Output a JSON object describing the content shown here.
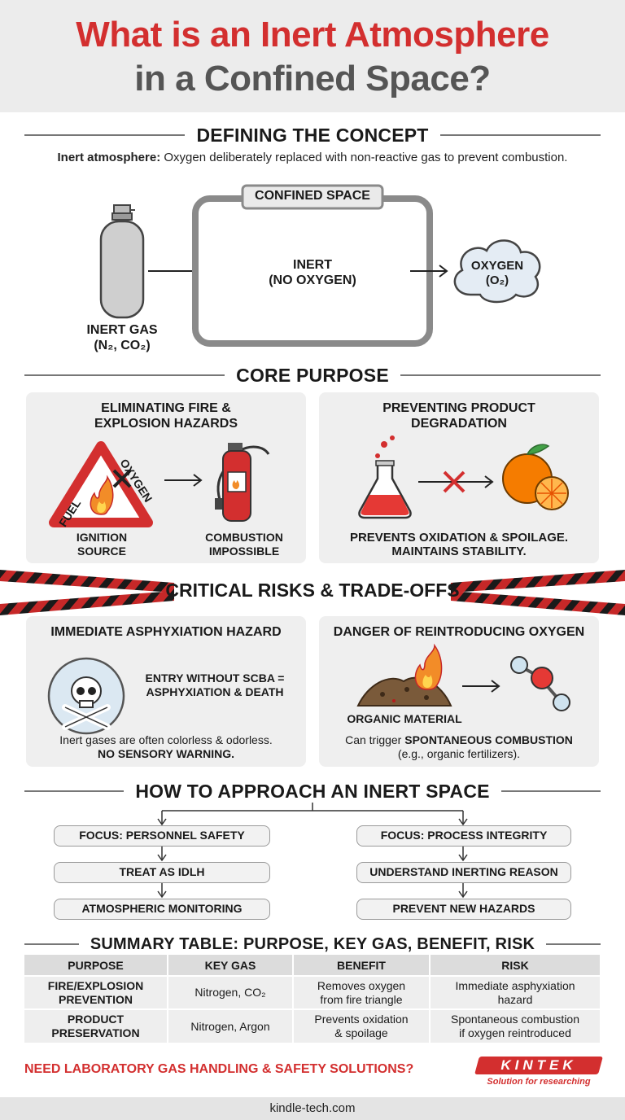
{
  "title": {
    "part1": "What is an ",
    "part2": "Inert Atmosphere",
    "line2": "in a Confined Space?"
  },
  "sections": {
    "defining": "DEFINING THE CONCEPT",
    "core": "CORE PURPOSE",
    "risks": "CRITICAL RISKS & TRADE-OFFS",
    "approach": "HOW TO APPROACH AN INERT SPACE",
    "summary": "SUMMARY TABLE: PURPOSE, KEY GAS, BENEFIT, RISK"
  },
  "definition": {
    "term": "Inert atmosphere:",
    "text": " Oxygen deliberately replaced with non-reactive gas to prevent combustion."
  },
  "diagram": {
    "confined_label": "CONFINED SPACE",
    "inert_line1": "INERT",
    "inert_line2": "(NO OXYGEN)",
    "gas_line1": "INERT GAS",
    "gas_line2": "(N₂, CO₂)",
    "oxygen_line1": "OXYGEN",
    "oxygen_line2": "(O₂)"
  },
  "core": {
    "fire": {
      "title_line1": "ELIMINATING FIRE &",
      "title_line2": "EXPLOSION HAZARDS",
      "fuel": "FUEL",
      "oxygen": "OXYGEN",
      "ignition_line1": "IGNITION",
      "ignition_line2": "SOURCE",
      "result_line1": "COMBUSTION",
      "result_line2": "IMPOSSIBLE"
    },
    "product": {
      "title_line1": "PREVENTING PRODUCT",
      "title_line2": "DEGRADATION",
      "caption_line1": "PREVENTS OXIDATION & SPOILAGE.",
      "caption_line2": "MAINTAINS STABILITY."
    }
  },
  "risks": {
    "asphyxiation": {
      "title": "IMMEDIATE ASPHYXIATION HAZARD",
      "warning_line1": "ENTRY WITHOUT SCBA =",
      "warning_line2": "ASPHYXIATION & DEATH",
      "note_line1": "Inert gases are often colorless & odorless.",
      "note_line2": "NO SENSORY WARNING."
    },
    "reintro": {
      "title": "DANGER OF REINTRODUCING OXYGEN",
      "material": "ORGANIC MATERIAL",
      "note_pre": "Can trigger ",
      "note_bold": "SPONTANEOUS COMBUSTION",
      "note_line2": "(e.g., organic fertilizers)."
    }
  },
  "approach": {
    "left": [
      "FOCUS: PERSONNEL SAFETY",
      "TREAT AS IDLH",
      "ATMOSPHERIC MONITORING"
    ],
    "right": [
      "FOCUS: PROCESS INTEGRITY",
      "UNDERSTAND INERTING REASON",
      "PREVENT NEW HAZARDS"
    ]
  },
  "table": {
    "headers": [
      "PURPOSE",
      "KEY GAS",
      "BENEFIT",
      "RISK"
    ],
    "rows": [
      {
        "purpose_line1": "FIRE/EXPLOSION",
        "purpose_line2": "PREVENTION",
        "gas": "Nitrogen, CO₂",
        "benefit_line1": "Removes oxygen",
        "benefit_line2": "from fire triangle",
        "risk_line1": "Immediate asphyxiation",
        "risk_line2": "hazard"
      },
      {
        "purpose_line1": "PRODUCT",
        "purpose_line2": "PRESERVATION",
        "gas": "Nitrogen, Argon",
        "benefit_line1": "Prevents oxidation",
        "benefit_line2": "& spoilage",
        "risk_line1": "Spontaneous combustion",
        "risk_line2": "if oxygen reintroduced"
      }
    ]
  },
  "cta": "NEED LABORATORY GAS HANDLING & SAFETY SOLUTIONS?",
  "brand": {
    "name": "KINTEK",
    "tagline": "Solution for researching"
  },
  "footer": "kindle-tech.com",
  "colors": {
    "accent": "#d32f2f",
    "band": "#ececec",
    "card": "#efefef",
    "text": "#1a1a1a"
  }
}
